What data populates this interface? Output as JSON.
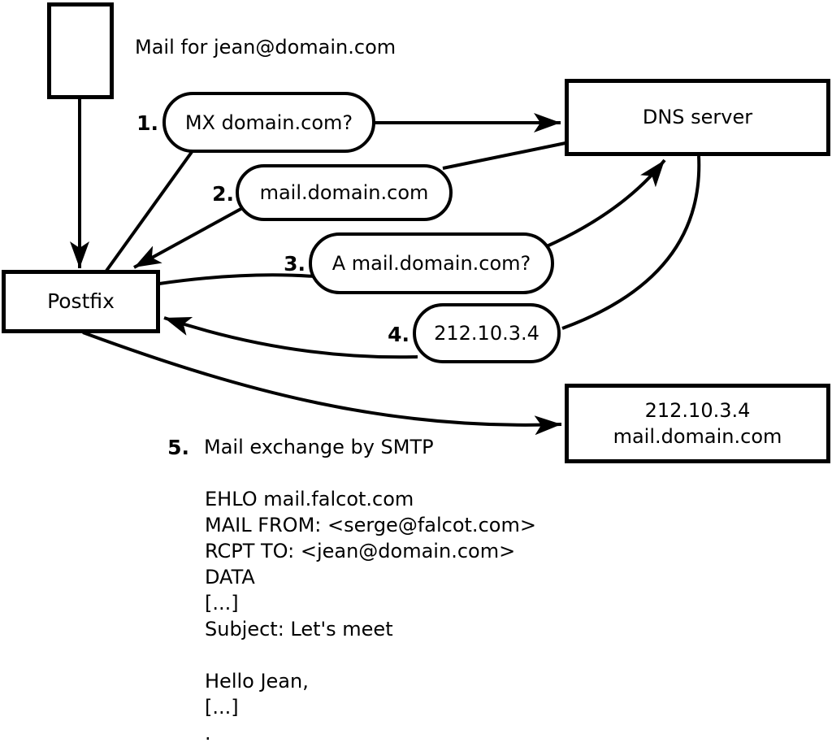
{
  "diagram": {
    "mail_label": "Mail for jean@domain.com",
    "nodes": {
      "envelope": "",
      "postfix": "Postfix",
      "dns": "DNS server",
      "dest_ip": "212.10.3.4",
      "dest_host": "mail.domain.com"
    },
    "steps": [
      {
        "num": "1.",
        "label": "MX domain.com?"
      },
      {
        "num": "2.",
        "label": "mail.domain.com"
      },
      {
        "num": "3.",
        "label": "A mail.domain.com?"
      },
      {
        "num": "4.",
        "label": "212.10.3.4"
      },
      {
        "num": "5.",
        "label": "Mail exchange by SMTP"
      }
    ],
    "smtp_session": {
      "lines": [
        "EHLO mail.falcot.com",
        "MAIL FROM: <serge@falcot.com>",
        "RCPT TO: <jean@domain.com>",
        "DATA",
        "[...]",
        "Subject: Let's meet",
        "",
        "Hello Jean,",
        "[...]",
        "."
      ]
    },
    "colors": {
      "stroke": "#000000",
      "background": "#ffffff"
    }
  }
}
